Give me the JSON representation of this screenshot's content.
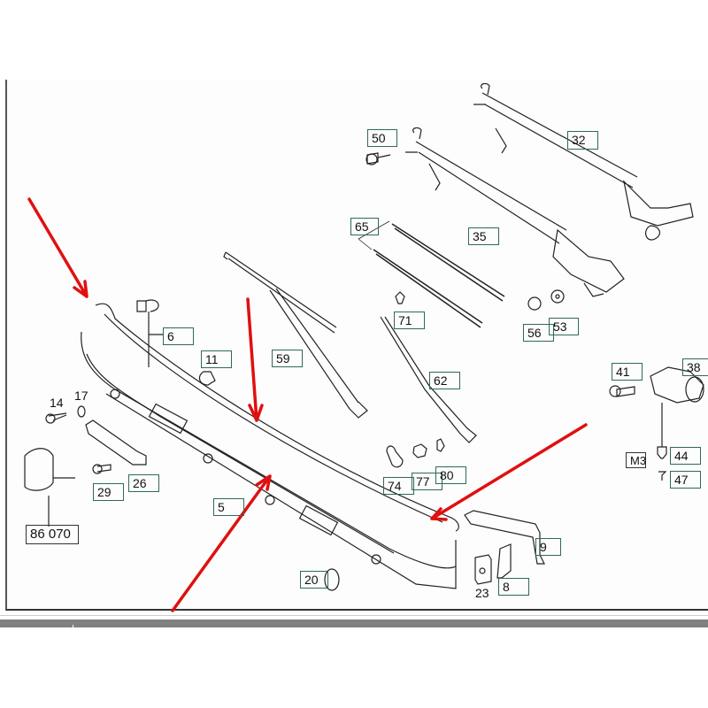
{
  "diagram": {
    "title": "Wiper system and bumper parts diagram",
    "part_labels": {
      "p50": "50",
      "p32": "32",
      "p35": "35",
      "p65": "65",
      "p71": "71",
      "p56": "56",
      "p53": "53",
      "p6": "6",
      "p11": "11",
      "p59": "59",
      "p62": "62",
      "p41": "41",
      "p38": "38",
      "p14": "14",
      "p17": "17",
      "p74": "74",
      "p77": "77",
      "p80": "80",
      "pM3": "M3",
      "p44": "44",
      "p47": "47",
      "p26": "26",
      "p29": "29",
      "p5": "5",
      "p9": "9",
      "p86070": "86 070",
      "p20": "20",
      "p23": "23",
      "p8": "8"
    },
    "colors": {
      "label_border": "#2f6a55",
      "arrow": "#e01010",
      "line": "#222222"
    }
  }
}
